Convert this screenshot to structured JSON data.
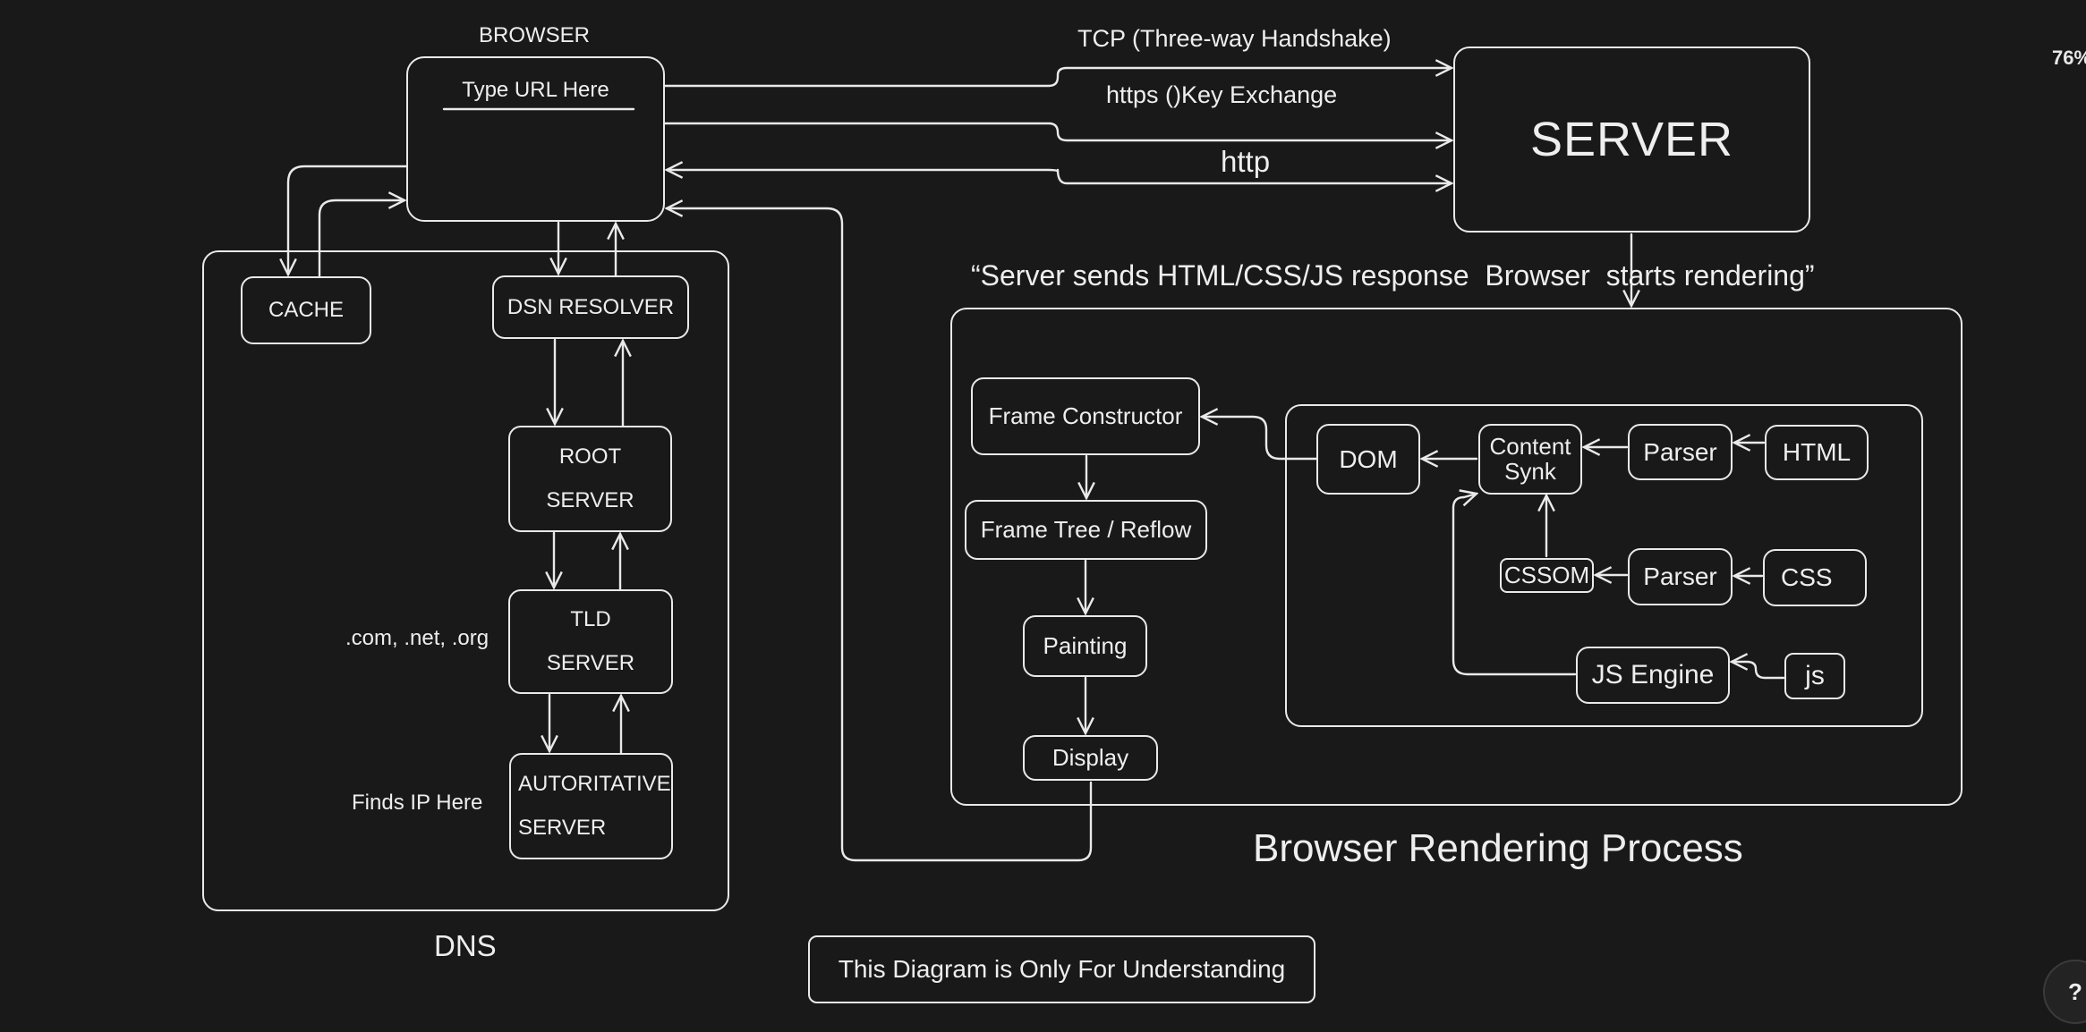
{
  "app": {
    "zoom_level": "76%",
    "help_button": "?"
  },
  "browser": {
    "title": "BROWSER",
    "url_placeholder": "Type URL Here"
  },
  "server": {
    "title": "SERVER"
  },
  "connections": {
    "tcp": "TCP (Three-way Handshake)",
    "https": "https ()Key Exchange",
    "http": "http"
  },
  "response_caption": "“Server sends HTML/CSS/JS response  Browser  starts rendering”",
  "dns": {
    "title": "DNS",
    "cache": "CACHE",
    "resolver": "DSN RESOLVER",
    "root": {
      "line1": "ROOT",
      "line2": "SERVER"
    },
    "tld": {
      "line1": "TLD",
      "line2": "SERVER",
      "note": ".com, .net, .org"
    },
    "authoritative": {
      "line1": "AUTORITATIVE",
      "line2": "SERVER",
      "note": "Finds IP Here"
    }
  },
  "rendering": {
    "title": "Browser Rendering Process",
    "frame_constructor": "Frame Constructor",
    "frame_tree": "Frame Tree / Reflow",
    "painting": "Painting",
    "display": "Display",
    "dom": "DOM",
    "content_sink": {
      "line1": "Content",
      "line2": "Synk"
    },
    "html_parser": "Parser",
    "html": "HTML",
    "cssom": "CSSOM",
    "css_parser": "Parser",
    "css": "CSS",
    "js_engine": "JS Engine",
    "js": "js"
  },
  "footer_note": "This Diagram is Only For Understanding"
}
